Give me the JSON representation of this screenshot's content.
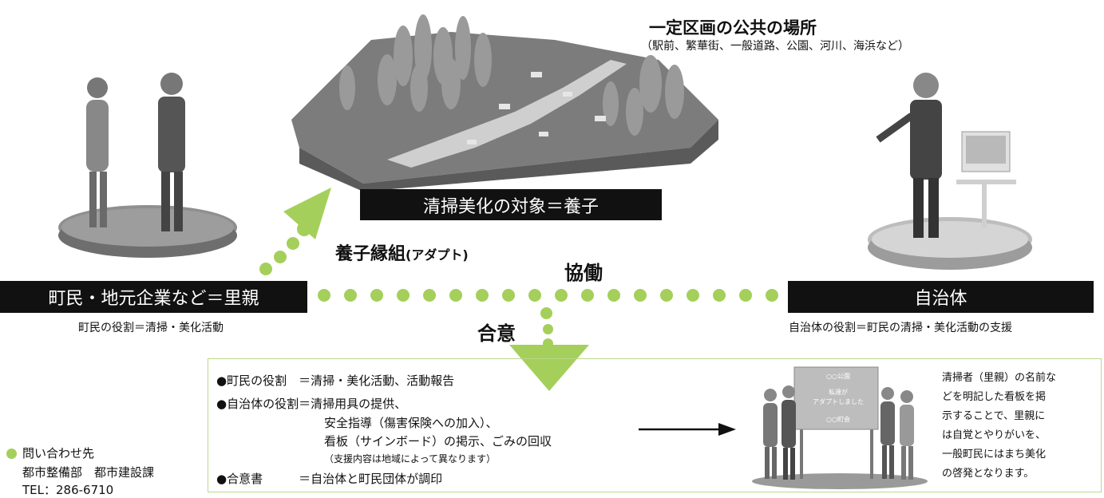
{
  "place": {
    "title": "一定区画の公共の場所",
    "subtitle": "（駅前、繁華街、一般道路、公園、河川、海浜など）"
  },
  "target_label": "清掃美化の対象＝養子",
  "adopt_label": "養子縁組",
  "adopt_paren": "(アダプト)",
  "collab_label": "協働",
  "agree_label": "合意",
  "left": {
    "label": "町民・地元企業など＝里親",
    "role": "町民の役割＝清掃・美化活動"
  },
  "right": {
    "label": "自治体",
    "role": "自治体の役割＝町民の清掃・美化活動の支援"
  },
  "agreement": {
    "line1": "●町民の役割　＝清掃・美化活動、活動報告",
    "line2": "●自治体の役割＝清掃用具の提供、",
    "line3": "安全指導（傷害保険への加入）、",
    "line4": "看板（サインボード）の掲示、ごみの回収",
    "line5": "（支援内容は地域によって異なります）",
    "line6": "●合意書　　　＝自治体と町民団体が調印"
  },
  "sign": {
    "line1": "○○公園",
    "line2": "私達が",
    "line3": "アダプトしました",
    "line4": "○○町会"
  },
  "sign_desc": [
    "清掃者（里親）の名前な",
    "どを明記した看板を掲",
    "示することで、里親に",
    "は自覚とやりがいを、",
    "一般町民にはまち美化",
    "の啓発となります。"
  ],
  "contact": {
    "title": "問い合わせ先",
    "dept": "都市整備部　都市建設課",
    "tel": "TEL：286-6710"
  },
  "colors": {
    "accent": "#a5cf5b",
    "label_bg": "#111111"
  }
}
